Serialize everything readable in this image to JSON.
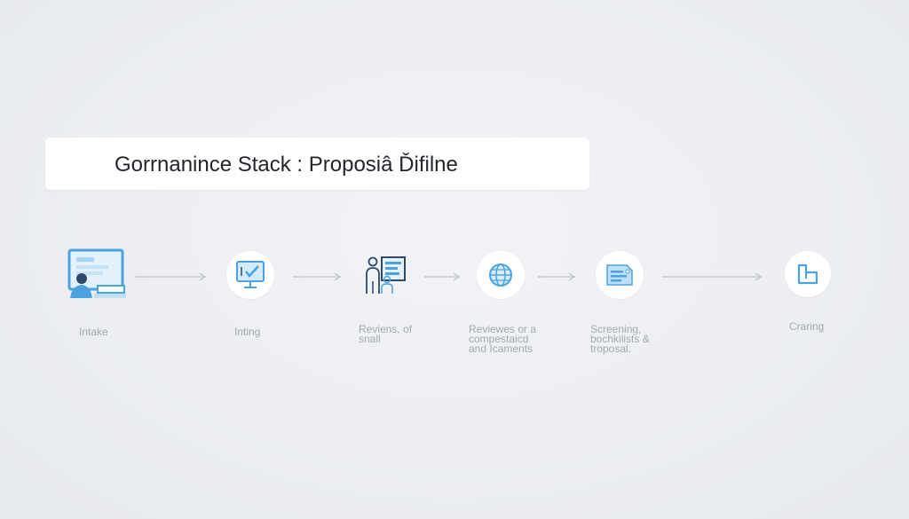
{
  "title": "Gorrnanince Stack : Proposiâ Ďifilne",
  "steps": [
    {
      "label": "Intake",
      "icon": "computer-user-icon"
    },
    {
      "label": "Inting",
      "icon": "monitor-check-icon"
    },
    {
      "label": "Reviens, of\nsnall",
      "icon": "presentation-people-icon"
    },
    {
      "label": "Reviewes or a\ncompestaicd\nand Icaments",
      "icon": "globe-icon"
    },
    {
      "label": "Screening,\nbochkilists &\ntroposal.",
      "icon": "document-icon"
    },
    {
      "label": "Craring",
      "icon": "frame-icon"
    }
  ],
  "colors": {
    "accent": "#4aa3e0",
    "accent_light": "#bfe0f6",
    "background": "#eceef2",
    "label": "#a3a8af",
    "title": "#23272d",
    "arrow": "#c6cad0"
  }
}
